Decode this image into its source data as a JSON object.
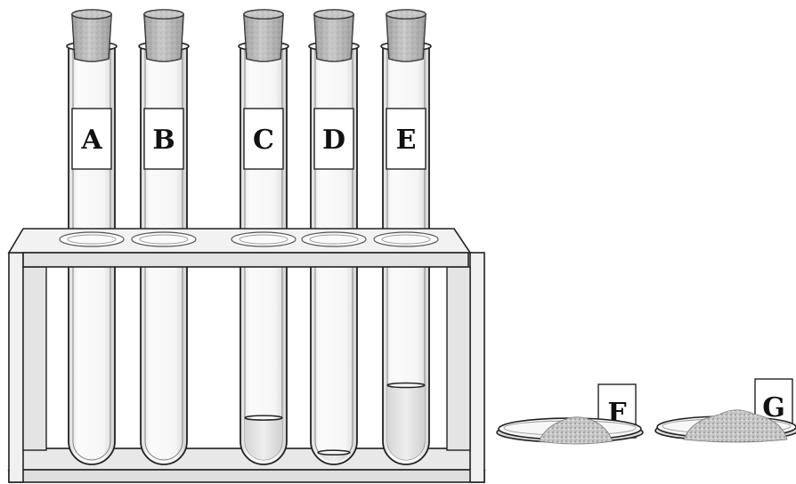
{
  "tubes": [
    {
      "label": "A",
      "liquid_fill": 0
    },
    {
      "label": "B",
      "liquid_fill": 0
    },
    {
      "label": "C",
      "liquid_fill": 0.19
    },
    {
      "label": "D",
      "liquid_fill": 0.03
    },
    {
      "label": "E",
      "liquid_fill": 0.34
    }
  ],
  "dishes": [
    {
      "label": "F"
    },
    {
      "label": "G"
    }
  ],
  "colors": {
    "outline": "#222222",
    "glass": "#f4f4f4",
    "liquid": "#e9e9e9",
    "stopper": "#bdbdbd",
    "rack": "#eeeeee",
    "powder": "#bcbcbc"
  }
}
